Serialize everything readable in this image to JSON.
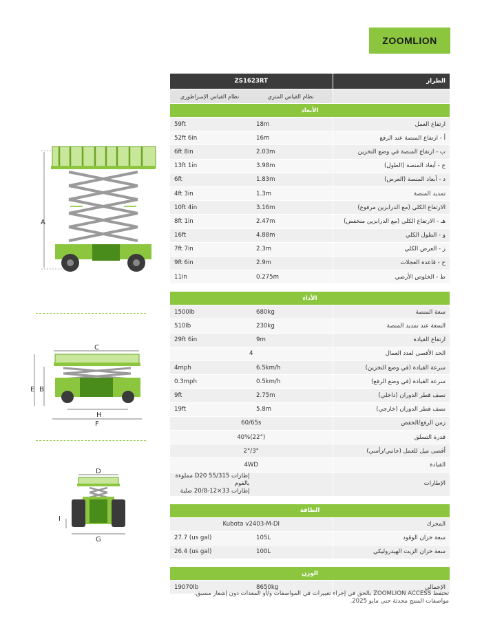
{
  "brand": "ZOOMLION",
  "table": {
    "label_header": "الطراز",
    "model": "ZS1623RT",
    "metric_header": "نظام القياس المتري",
    "imperial_header": "نظام القياس الإمبراطوري",
    "sections": [
      {
        "title": "الأبعاد",
        "rows": [
          {
            "label": "ارتفاع العمل",
            "metric": "18m",
            "imperial": "59ft"
          },
          {
            "label": "أ - ارتفاع المنصة عند الرفع",
            "metric": "16m",
            "imperial": "52ft 6in"
          },
          {
            "label": "ب - ارتفاع المنصة في وضع التخزين",
            "metric": "2.03m",
            "imperial": "6ft 8in"
          },
          {
            "label": "ج - أبعاد المنصة (الطول)",
            "metric": "3.98m",
            "imperial": "13ft 1in"
          },
          {
            "label": "د - أبعاد المنصة (العرض)",
            "metric": "1.83m",
            "imperial": "6ft"
          },
          {
            "label": "تمديد المنصة",
            "metric": "1.3m",
            "imperial": "4ft 3in"
          },
          {
            "label": "الارتفاع الكلي (مع الدرابزين مرفوع)",
            "metric": "3.16m",
            "imperial": "10ft 4in"
          },
          {
            "label": "هـ - الارتفاع الكلي (مع الدرابزين منخفض)",
            "metric": "2.47m",
            "imperial": "8ft 1in"
          },
          {
            "label": "و - الطول الكلي",
            "metric": "4.88m",
            "imperial": "16ft"
          },
          {
            "label": "ز - العرض الكلي",
            "metric": "2.3m",
            "imperial": "7ft 7in"
          },
          {
            "label": "ح - قاعدة العجلات",
            "metric": "2.9m",
            "imperial": "9ft 6in"
          },
          {
            "label": "ط - الخلوص الأرضي",
            "metric": "0.275m",
            "imperial": "11in"
          }
        ]
      },
      {
        "title": "الأداء",
        "rows": [
          {
            "label": "سعة المنصة",
            "metric": "680kg",
            "imperial": "1500lb"
          },
          {
            "label": "السعة عند تمديد المنصة",
            "metric": "230kg",
            "imperial": "510lb"
          },
          {
            "label": "ارتفاع القيادة",
            "metric": "9m",
            "imperial": "29ft 6in"
          },
          {
            "label": "الحد الأقصى لعدد العمال",
            "span": "4"
          },
          {
            "label": "سرعة القيادة (في وضع التخزين)",
            "metric": "6.5km/h",
            "imperial": "4mph"
          },
          {
            "label": "سرعة القيادة (في وضع الرفع)",
            "metric": "0.5km/h",
            "imperial": "0.3mph"
          },
          {
            "label": "نصف قطر الدوران (داخلي)",
            "metric": "2.75m",
            "imperial": "9ft"
          },
          {
            "label": "نصف قطر الدوران (خارجي)",
            "metric": "5.8m",
            "imperial": "19ft"
          },
          {
            "label": "زمن الرفع/الخفض",
            "span": "60/65s"
          },
          {
            "label": "قدرة التسلق",
            "span": "40%(22°)"
          },
          {
            "label": "أقصى ميل للعمل (جانبي/رأسي)",
            "span": "2°/3°"
          },
          {
            "label": "القيادة",
            "span": "4WD"
          },
          {
            "label": "الإطارات",
            "span": "إطارات D20 55/315 مملوءة بالفوم\nإطارات 33×12-20/8 صلبة",
            "tall": true
          }
        ]
      },
      {
        "title": "الطاقة",
        "rows": [
          {
            "label": "المحرك",
            "span": "Kubota v2403-M-DI"
          },
          {
            "label": "سعة خزان الوقود",
            "metric": "105L",
            "imperial": "27.7 (us gal)"
          },
          {
            "label": "سعة خزان الزيت الهيدروليكي",
            "metric": "100L",
            "imperial": "26.4 (us gal)"
          }
        ]
      },
      {
        "title": "الوزن",
        "rows": [
          {
            "label": "الإجمالي",
            "metric": "8650kg",
            "imperial": "19070lb"
          }
        ]
      }
    ]
  },
  "diagrams": {
    "side": {
      "dim_a": "A"
    },
    "front": {
      "dim_c": "C",
      "dim_e": "E",
      "dim_b": "B",
      "dim_h": "H",
      "dim_f": "F"
    },
    "rear": {
      "dim_d": "D",
      "dim_i": "I",
      "dim_g": "G"
    }
  },
  "footer": {
    "line1": "تحتفظ ZOOMLION ACCESS بالحق في إجراء تغييرات في المواصفات و/أو المعدات دون إشعار مسبق.",
    "line2": "مواصفات المنتج محدثة حتى مايو 2025."
  },
  "colors": {
    "brand_green": "#8cc63f",
    "header_dark": "#3b3b3b"
  }
}
